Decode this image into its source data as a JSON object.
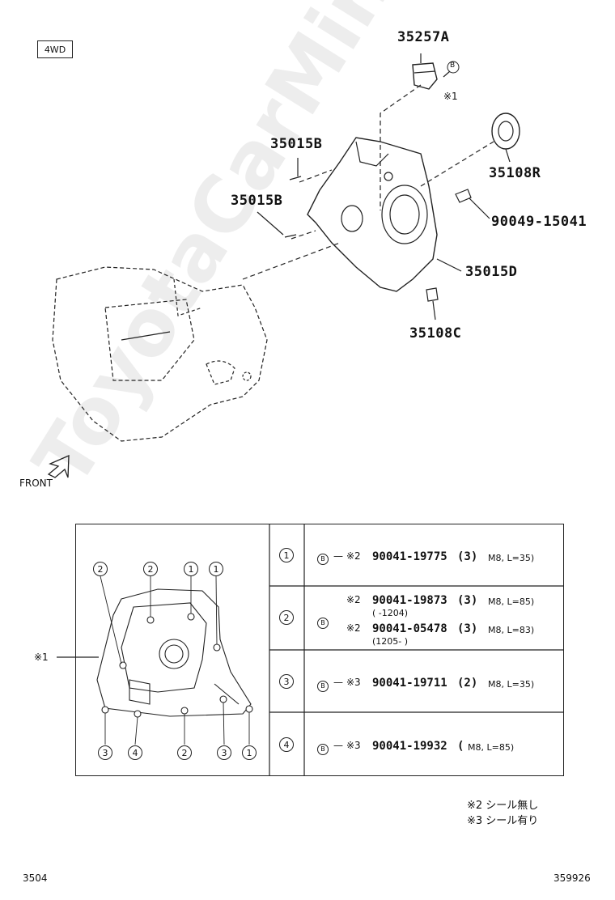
{
  "badge": "4WD",
  "parts": {
    "p35257A": "35257A",
    "p35015B_1": "35015B",
    "p35015B_2": "35015B",
    "p35108R": "35108R",
    "p90049": "90049-15041",
    "p35015D": "35015D",
    "p35108C": "35108C"
  },
  "refs": {
    "b_marker": "B",
    "note1": "※1",
    "front": "FRONT",
    "note1_left": "※1"
  },
  "table": {
    "rows": [
      {
        "idx": "1",
        "mark": "B",
        "note": "※2",
        "part": "90041-19775",
        "qty": "(3)",
        "spec": "M8, L=35)"
      },
      {
        "idx": "2",
        "mark": "B",
        "lines": [
          {
            "note": "※2",
            "part": "90041-19873",
            "qty": "(3)",
            "spec": "M8, L=85)",
            "range": "(      -1204)"
          },
          {
            "note": "※2",
            "part": "90041-05478",
            "qty": "(3)",
            "spec": "M8, L=83)",
            "range": "(1205-      )"
          }
        ]
      },
      {
        "idx": "3",
        "mark": "B",
        "note": "※3",
        "part": "90041-19711",
        "qty": "(2)",
        "spec": "M8, L=35)"
      },
      {
        "idx": "4",
        "mark": "B",
        "note": "※3",
        "part": "90041-19932",
        "qty": "(",
        "spec": "M8, L=85)"
      }
    ]
  },
  "callouts": [
    "2",
    "2",
    "1",
    "1",
    "3",
    "4",
    "2",
    "3",
    "1"
  ],
  "legend": {
    "l2": "※2  シール無し",
    "l3": "※3  シール有り"
  },
  "footer": {
    "left": "3504",
    "right": "359926"
  },
  "watermark": "ToyotaCarMine.ru"
}
